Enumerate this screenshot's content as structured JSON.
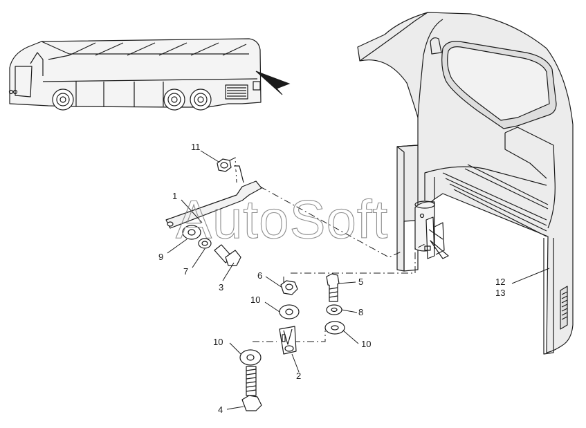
{
  "watermark": "AutoSoft",
  "callouts": {
    "c1": "1",
    "c2": "2",
    "c3": "3",
    "c4": "4",
    "c5": "5",
    "c6": "6",
    "c7": "7",
    "c8": "8",
    "c9": "9",
    "c10a": "10",
    "c10b": "10",
    "c10c": "10",
    "c11": "11",
    "c12": "12",
    "c13": "13"
  },
  "colors": {
    "line": "#1a1a1a",
    "panel_fill": "#ebebeb",
    "panel_shade": "#dcdcdc",
    "watermark": "#8d8d8d"
  }
}
